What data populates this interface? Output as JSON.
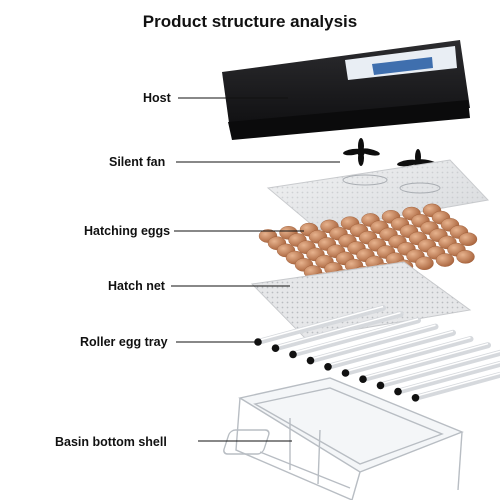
{
  "title": "Product structure analysis",
  "parts": [
    {
      "id": "host",
      "label": "Host"
    },
    {
      "id": "fan",
      "label": "Silent fan"
    },
    {
      "id": "eggs",
      "label": "Hatching eggs"
    },
    {
      "id": "net",
      "label": "Hatch net"
    },
    {
      "id": "roller",
      "label": "Roller egg tray"
    },
    {
      "id": "basin",
      "label": "Basin bottom shell"
    }
  ],
  "colors": {
    "host_body": "#1c1c1e",
    "host_screen": "#3f6fae",
    "egg": "#c9875f",
    "line": "#111111",
    "shell": "#d8dde2"
  }
}
